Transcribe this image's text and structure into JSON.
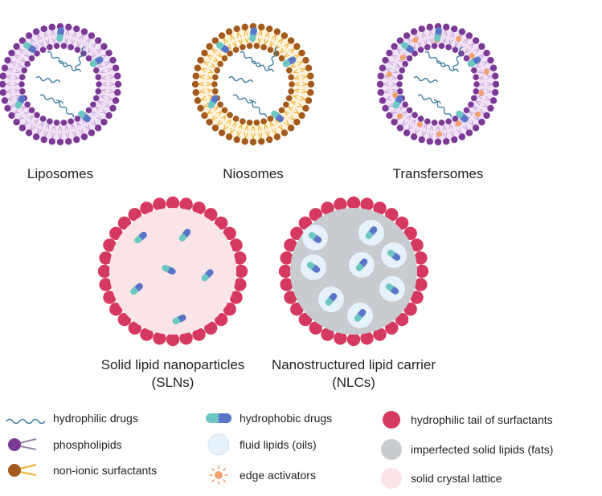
{
  "vesicles": [
    {
      "id": "liposomes",
      "label": "Liposomes"
    },
    {
      "id": "niosomes",
      "label": "Niosomes"
    },
    {
      "id": "transfersomes",
      "label": "Transfersomes"
    }
  ],
  "particles": [
    {
      "id": "sln",
      "label_line1": "Solid lipid nanoparticles",
      "label_line2": "(SLNs)"
    },
    {
      "id": "nlc",
      "label_line1": "Nanostructured lipid carrier",
      "label_line2": "(NLCs)"
    }
  ],
  "legend": [
    {
      "icon": "hydrophilic-drug-icon",
      "text": "hydrophilic drugs"
    },
    {
      "icon": "phospholipid-icon",
      "text": "phospholipids"
    },
    {
      "icon": "non-ionic-surfactant-icon",
      "text": "non-ionic surfactants"
    },
    {
      "icon": "hydrophobic-drug-icon",
      "text": "hydrophobic drugs"
    },
    {
      "icon": "fluid-lipid-icon",
      "text": "fluid lipids (oils)"
    },
    {
      "icon": "edge-activator-icon",
      "text": "edge activators"
    },
    {
      "icon": "hydrophilic-tail-icon",
      "text": "hydrophilic tail of surfactants"
    },
    {
      "icon": "imperfected-solid-lipid-icon",
      "text": "imperfected solid lipids (fats)"
    },
    {
      "icon": "solid-crystal-lattice-icon",
      "text": "solid crystal lattice"
    }
  ],
  "colors": {
    "phospholipid_head": "#7b3a96",
    "phospholipid_tail": "#c9a6d9",
    "liposome_fill": "#f1e3f6",
    "surfactant_head": "#a35a1c",
    "surfactant_tail": "#f0b030",
    "niosome_fill": "#fdf3dc",
    "edge_activator": "#f2a070",
    "hydrophilic_tail": "#d6395f",
    "solid_lipid": "#c8cbcf",
    "crystal_lattice": "#fbe4e8",
    "fluid_lipid": "#e7f1fb",
    "drug_line": "#3f7fa0",
    "capsule_teal": "#6cc6c2",
    "capsule_blue": "#5a75c8"
  }
}
